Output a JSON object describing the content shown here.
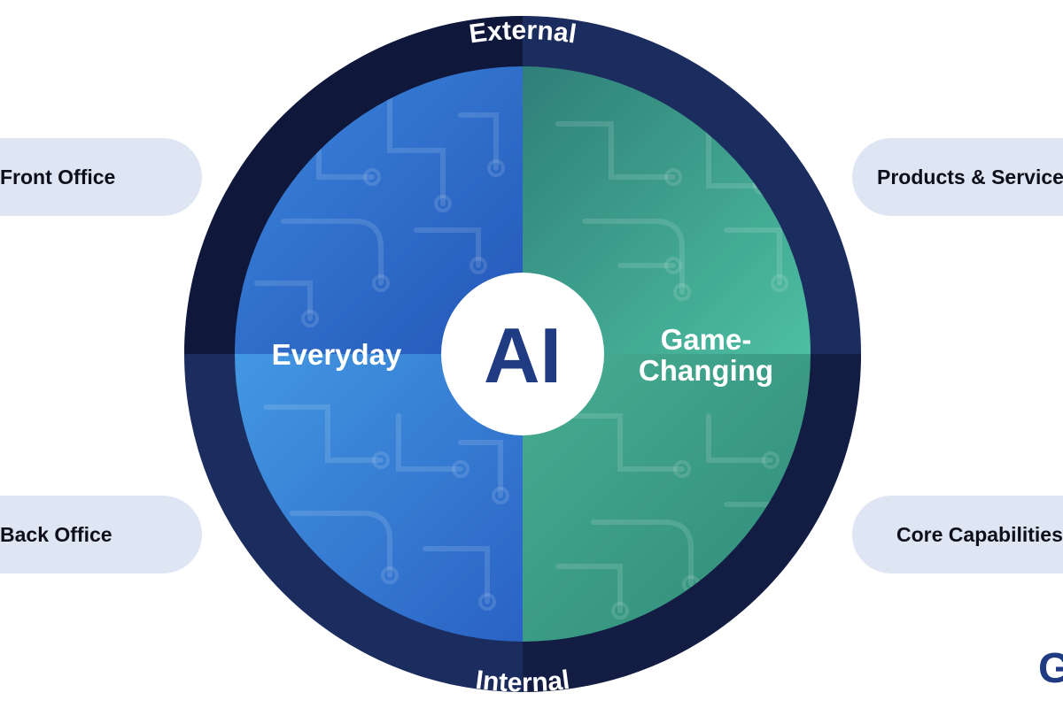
{
  "ring": {
    "top_label": "External",
    "bottom_label": "Internal"
  },
  "center": {
    "label": "AI"
  },
  "quadrants": {
    "left_label": "Everyday",
    "right_label_line1": "Game-",
    "right_label_line2": "Changing"
  },
  "pills": {
    "front_office": "Front Office",
    "back_office": "Back Office",
    "products_services": "Products & Services",
    "core_capabilities": "Core Capabilities"
  },
  "logo_fragment": "G",
  "colors": {
    "ring_dark": "#1b2c5e",
    "ring_black": "#0a0d1e",
    "quadrant_blue": "#2f6fd1",
    "quadrant_blue_light": "#3f93e0",
    "quadrant_teal": "#3a9a86",
    "quadrant_teal_light": "#4cbba0",
    "center_text": "#1f3b82",
    "pill_bg": "#dfe6f3"
  },
  "icons": [
    "circuit-pattern"
  ]
}
